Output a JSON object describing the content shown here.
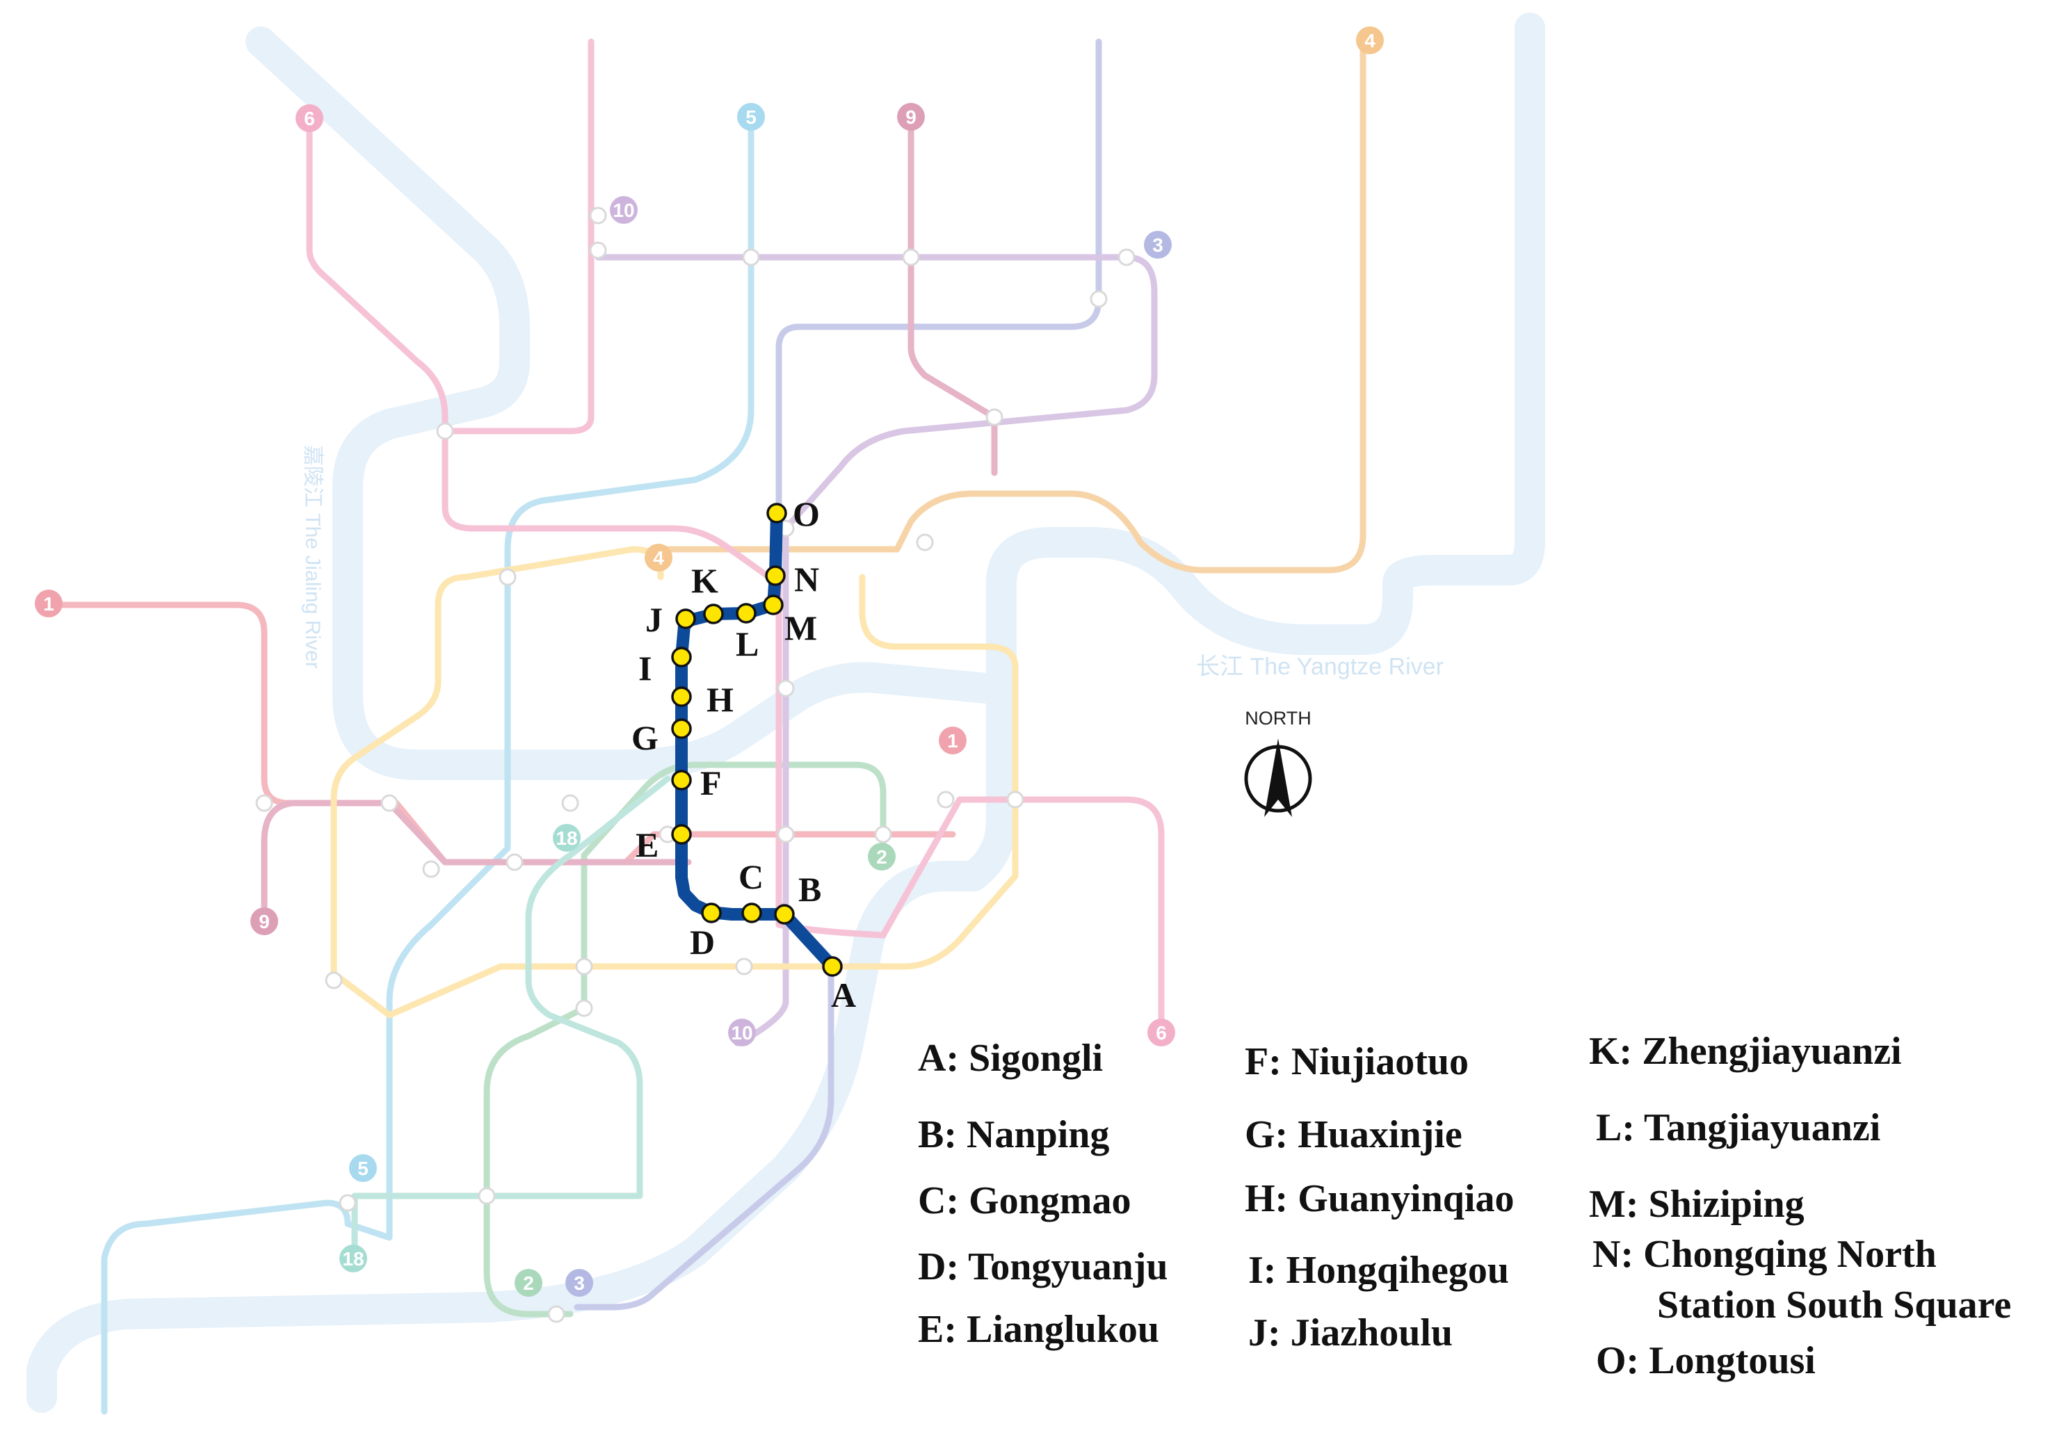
{
  "map": {
    "north_label": "NORTH",
    "rivers": [
      {
        "name": "长江 The Yangtze River"
      },
      {
        "name": "嘉陵江 The Jialing River"
      }
    ],
    "line_badges": [
      "1",
      "2",
      "3",
      "4",
      "5",
      "6",
      "9",
      "10",
      "18"
    ],
    "colors": {
      "route": "#0d4a9a",
      "station_fill": "#fde500",
      "river": "#e6f1fa",
      "line1": "#f5b8bf",
      "line2": "#bde0c9",
      "line3": "#c7cbe9",
      "line4": "#f7d4a8",
      "line5": "#bfe3f2",
      "line6": "#f6c2d6",
      "line9": "#e6b3c7",
      "line10": "#d8c6e4",
      "loop": "#fde6b0"
    }
  },
  "route": {
    "stations": [
      {
        "letter": "A",
        "name": "Sigongli"
      },
      {
        "letter": "B",
        "name": "Nanping"
      },
      {
        "letter": "C",
        "name": "Gongmao"
      },
      {
        "letter": "D",
        "name": "Tongyuanju"
      },
      {
        "letter": "E",
        "name": "Lianglukou"
      },
      {
        "letter": "F",
        "name": "Niujiaotuo"
      },
      {
        "letter": "G",
        "name": "Huaxinjie"
      },
      {
        "letter": "H",
        "name": "Guanyinqiao"
      },
      {
        "letter": "I",
        "name": "Hongqihegou"
      },
      {
        "letter": "J",
        "name": "Jiazhoulu"
      },
      {
        "letter": "K",
        "name": "Zhengjiayuanzi"
      },
      {
        "letter": "L",
        "name": "Tangjiayuanzi"
      },
      {
        "letter": "M",
        "name": "Shiziping"
      },
      {
        "letter": "N",
        "name": "Chongqing North"
      },
      {
        "letter": "O",
        "name": "Longtousi"
      }
    ]
  },
  "legend": {
    "a": "A: Sigongli",
    "b": "B: Nanping",
    "c": "C: Gongmao",
    "d": "D: Tongyuanju",
    "e": "E: Lianglukou",
    "f": "F: Niujiaotuo",
    "g": "G: Huaxinjie",
    "h": "H: Guanyinqiao",
    "i": "I: Hongqihegou",
    "j": "J: Jiazhoulu",
    "k": "K: Zhengjiayuanzi",
    "l": "L: Tangjiayuanzi",
    "m": "M: Shiziping",
    "n_line1": "N: Chongqing North",
    "n_line2": "Station South Square",
    "o": "O: Longtousi"
  }
}
